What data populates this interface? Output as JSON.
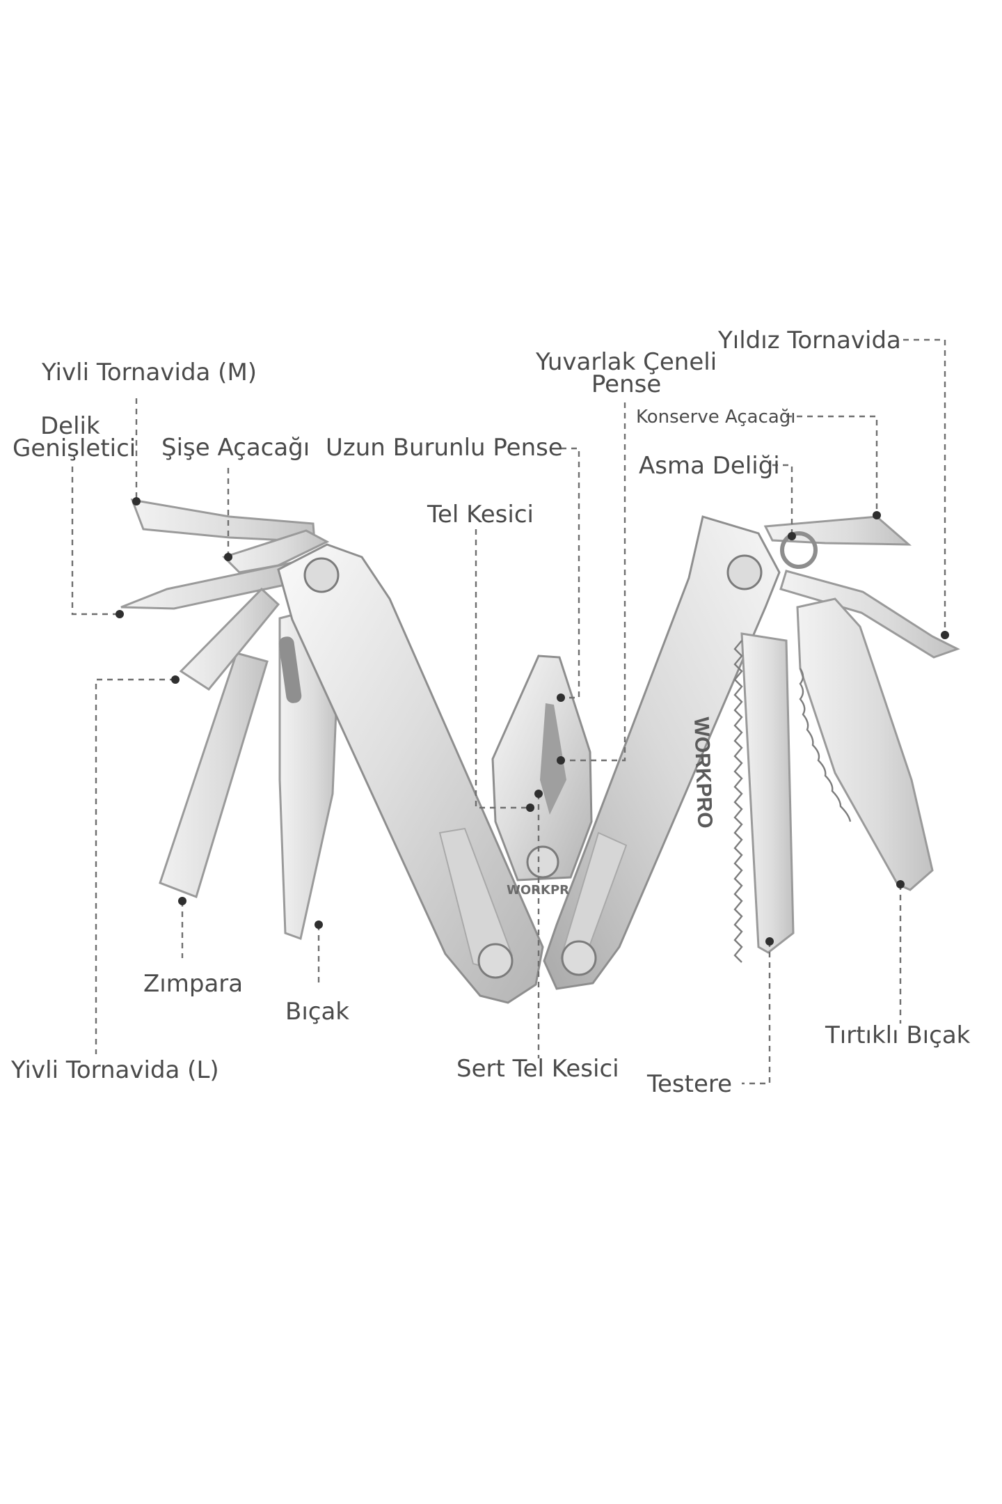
{
  "labels": {
    "yivli_tornavida_m": "Yivli Tornavida (M)",
    "delik_genisletici_1": "Delik",
    "delik_genisletici_2": "Genişletici",
    "sise_acacagi": "Şişe Açacağı",
    "uzun_burunlu_pense": "Uzun Burunlu Pense",
    "yuvarlak_ceneli_pense_1": "Yuvarlak Çeneli",
    "yuvarlak_ceneli_pense_2": "Pense",
    "yildiz_tornavida": "Yıldız Tornavida",
    "konserve_acacagi": "Konserve Açacağı",
    "asma_deligi": "Asma Deliği",
    "tel_kesici": "Tel Kesici",
    "zimpara": "Zımpara",
    "bicak": "Bıçak",
    "yivli_tornavida_l": "Yivli Tornavida (L)",
    "sert_tel_kesici": "Sert Tel Kesici",
    "testere": "Testere",
    "tirtikli_bicak": "Tırtıklı Bıçak"
  },
  "brand": {
    "handle_text": "WORKPRO",
    "center_text": "WORKPR"
  },
  "colors": {
    "background": "#ffffff",
    "label_text": "#4a4a4a",
    "leader_line": "#6e6e6e",
    "steel_light": "#efefef",
    "steel_dark": "#a8a8a8"
  }
}
